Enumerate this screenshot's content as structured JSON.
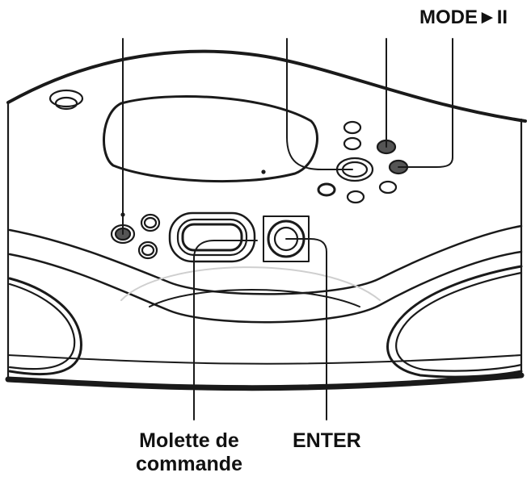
{
  "labels": {
    "mode": "MODE►II",
    "molette_line1": "Molette de",
    "molette_line2": "commande",
    "enter": "ENTER"
  },
  "colors": {
    "line": "#1a1a1a",
    "fill": "#ffffff",
    "button_dark": "#555555",
    "disc_gray": "#e3e3e3"
  }
}
